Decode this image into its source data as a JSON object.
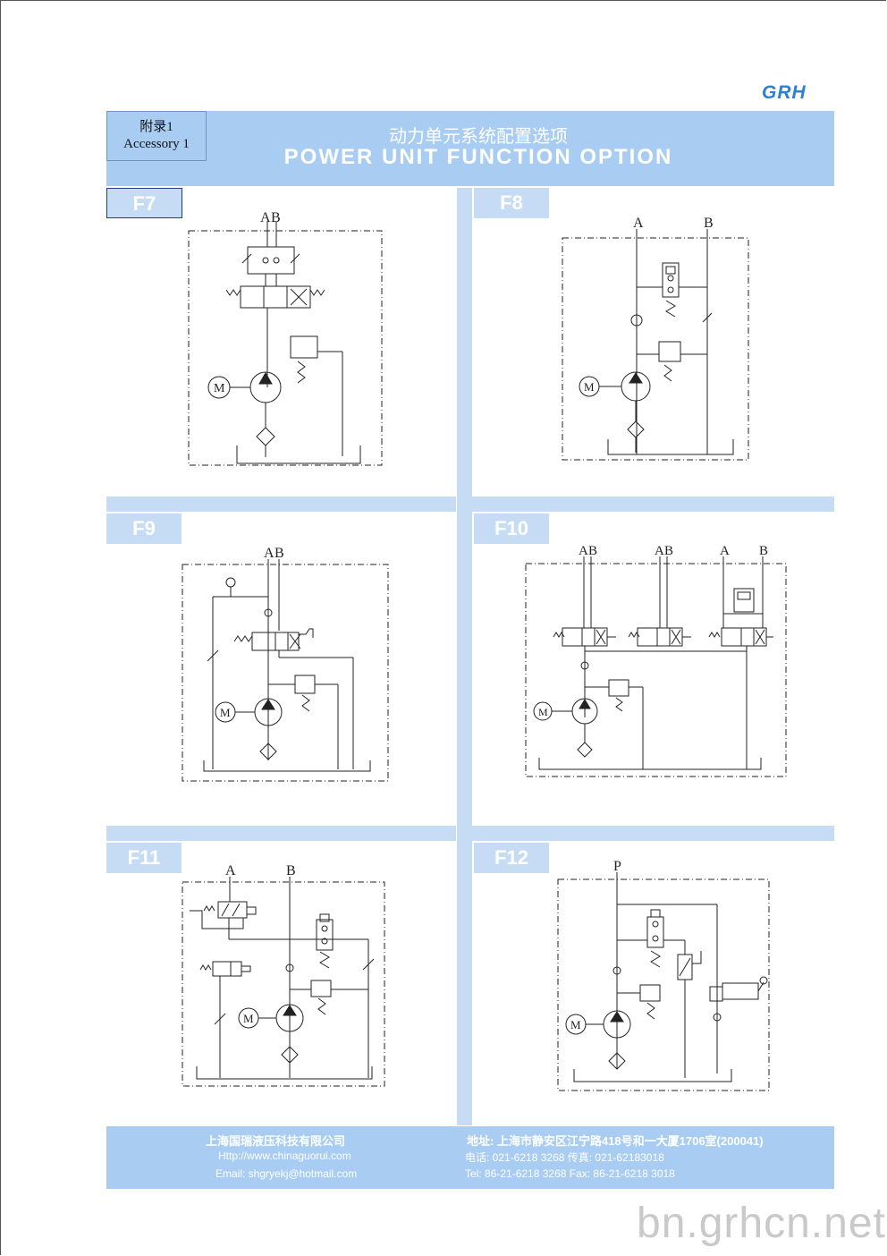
{
  "brand": "GRH",
  "header": {
    "appendix_cn": "附录1",
    "appendix_en": "Accessory 1",
    "title_cn": "动力单元系统配置选项",
    "title_en": "POWER UNIT  FUNCTION  OPTION"
  },
  "tabs": [
    "F7",
    "F8",
    "F9",
    "F10",
    "F11",
    "F12"
  ],
  "diagram_labels": {
    "f7": [
      "A",
      "B"
    ],
    "f8": [
      "A",
      "B"
    ],
    "f9": [
      "A",
      "B"
    ],
    "f10": [
      "A",
      "B",
      "A",
      "B",
      "A",
      "B"
    ],
    "f11": [
      "A",
      "B"
    ],
    "f12": [
      "P"
    ]
  },
  "motor_symbol": "M",
  "footer": {
    "company_cn": "上海国瑞液压科技有限公司",
    "website": "Http://www.chinaguorui.com",
    "email": "Email: shgryekj@hotmail.com",
    "address": "地址: 上海市静安区江宁路418号和一大厦1706室(200041)",
    "phone_cn": "电话:  021-6218 3268    传真:  021-62183018",
    "phone_en": "Tel:  86-21-6218 3268   Fax:  86-21-6218 3018"
  },
  "watermark": "bn.grhcn.net",
  "colors": {
    "band": "#a9cdf2",
    "light_band": "#c6dcf5",
    "brand": "#2f7fd3"
  }
}
